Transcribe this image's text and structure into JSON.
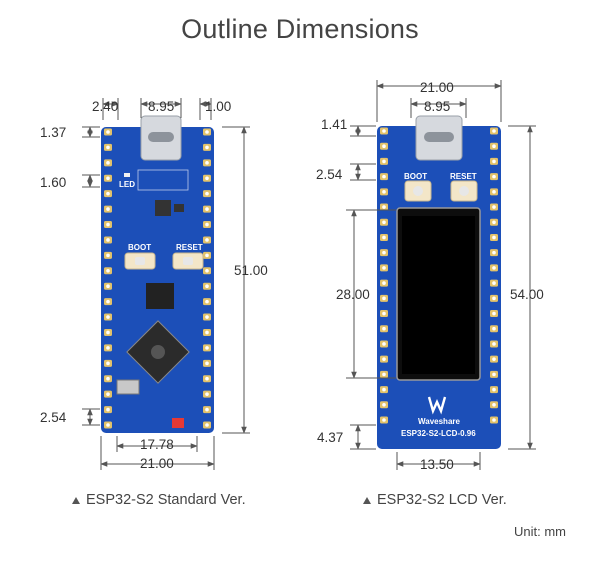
{
  "title": "Outline Dimensions",
  "standard": {
    "caption": "ESP32-S2 Standard Ver.",
    "dims": {
      "w_left": "2.40",
      "w_usb": "8.95",
      "w_right": "1.00",
      "h_top": "1.37",
      "h_led": "1.60",
      "height": "51.00",
      "h_bottom": "2.54",
      "w_inner": "17.78",
      "width": "21.00"
    },
    "labels": {
      "led": "LED",
      "boot": "BOOT",
      "reset": "RESET"
    }
  },
  "lcd": {
    "caption": "ESP32-S2 LCD Ver.",
    "dims": {
      "width_top": "21.00",
      "w_usb": "8.95",
      "h_top": "1.41",
      "h_btn": "2.54",
      "screen_h": "28.00",
      "height": "54.00",
      "h_bottom": "4.37",
      "w_screen": "13.50"
    },
    "labels": {
      "boot": "BOOT",
      "reset": "RESET",
      "brand": "Waveshare",
      "model": "ESP32-S2-LCD-0.96"
    }
  },
  "unit": "Unit: mm",
  "colors": {
    "pcb": "#1c4fb8",
    "pad": "#e2c26a",
    "dimline": "#555555"
  }
}
